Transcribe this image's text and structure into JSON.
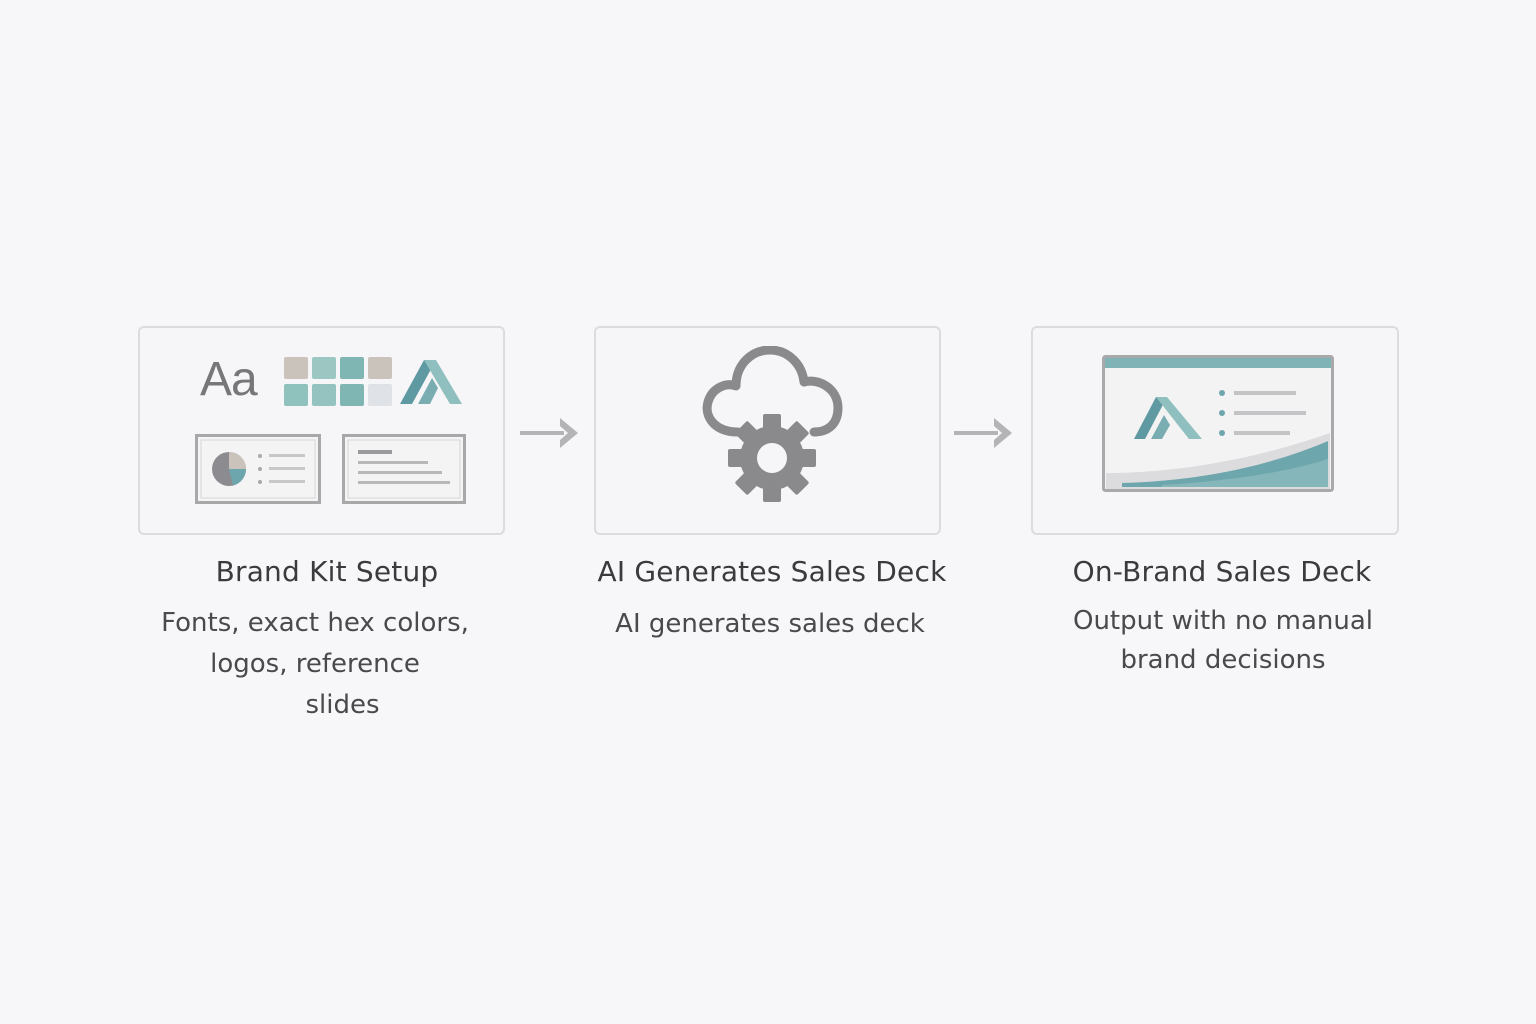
{
  "steps": [
    {
      "title": "Brand Kit Setup",
      "description_lines": [
        "Fonts, exact hex colors,",
        "logos, reference",
        "slides"
      ],
      "icon_text": "Aa",
      "icons": [
        "typography-icon",
        "color-swatches-icon",
        "brand-logo-icon",
        "chart-slide-icon",
        "text-slide-icon"
      ]
    },
    {
      "title": "AI Generates Sales Deck",
      "description_lines": [
        "AI generates sales deck"
      ],
      "icons": [
        "cloud-gear-icon"
      ]
    },
    {
      "title": "On-Brand Sales Deck",
      "description_lines": [
        "Output with no manual",
        "brand decisions"
      ],
      "icons": [
        "branded-slide-icon"
      ]
    }
  ],
  "connectors": [
    "arrow-right-icon",
    "arrow-right-icon"
  ],
  "colors": {
    "background": "#f7f6f8",
    "card_border": "#dcdbde",
    "teal": "#6ea6ad",
    "teal_light": "#95c3c0",
    "beige": "#c9c3bb",
    "gray_icon": "#868688",
    "text_dark": "#3b3b3d"
  }
}
